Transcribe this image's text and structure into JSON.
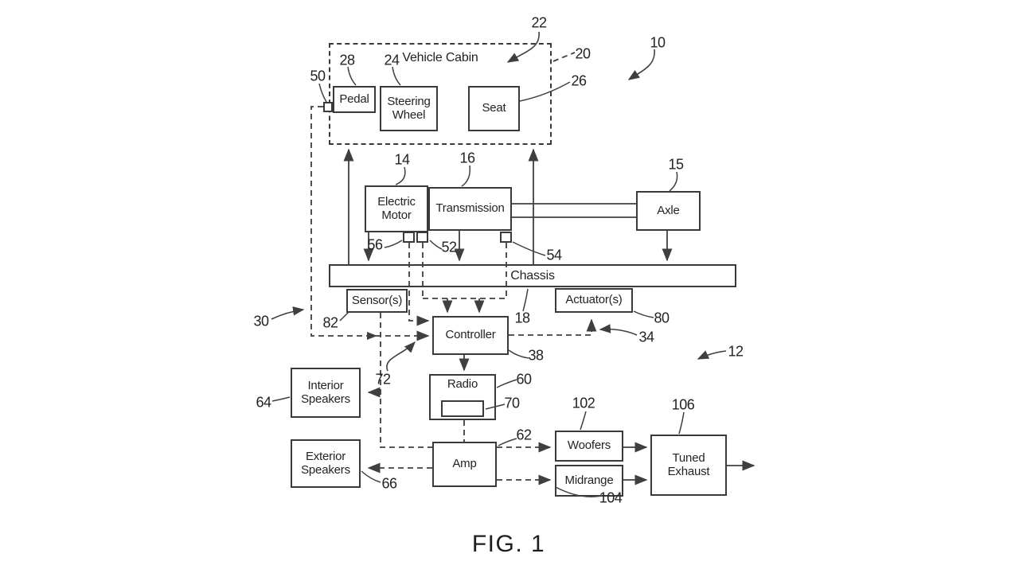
{
  "figure": {
    "caption": "FIG. 1"
  },
  "colors": {
    "ink": "#3a3a3a",
    "background": "#ffffff"
  },
  "boxes": {
    "vehicle_cabin": {
      "label": "Vehicle Cabin"
    },
    "pedal": {
      "label": "Pedal"
    },
    "steering_wheel": {
      "label": "Steering Wheel"
    },
    "seat": {
      "label": "Seat"
    },
    "electric_motor": {
      "label": "Electric Motor"
    },
    "transmission": {
      "label": "Transmission"
    },
    "axle": {
      "label": "Axle"
    },
    "chassis": {
      "label": "Chassis"
    },
    "sensors": {
      "label": "Sensor(s)"
    },
    "actuators": {
      "label": "Actuator(s)"
    },
    "controller": {
      "label": "Controller"
    },
    "radio": {
      "label": "Radio"
    },
    "interior_speakers": {
      "label": "Interior Speakers"
    },
    "exterior_speakers": {
      "label": "Exterior Speakers"
    },
    "amp": {
      "label": "Amp"
    },
    "woofers": {
      "label": "Woofers"
    },
    "midrange": {
      "label": "Midrange"
    },
    "tuned_exhaust": {
      "label": "Tuned Exhaust"
    }
  },
  "refs": {
    "n10": "10",
    "n12": "12",
    "n14": "14",
    "n15": "15",
    "n16": "16",
    "n18": "18",
    "n20": "20",
    "n22": "22",
    "n24": "24",
    "n26": "26",
    "n28": "28",
    "n30": "30",
    "n34": "34",
    "n38": "38",
    "n50": "50",
    "n52": "52",
    "n54": "54",
    "n56": "56",
    "n60": "60",
    "n62": "62",
    "n64": "64",
    "n66": "66",
    "n70": "70",
    "n72": "72",
    "n80": "80",
    "n82": "82",
    "n102": "102",
    "n104": "104",
    "n106": "106"
  }
}
